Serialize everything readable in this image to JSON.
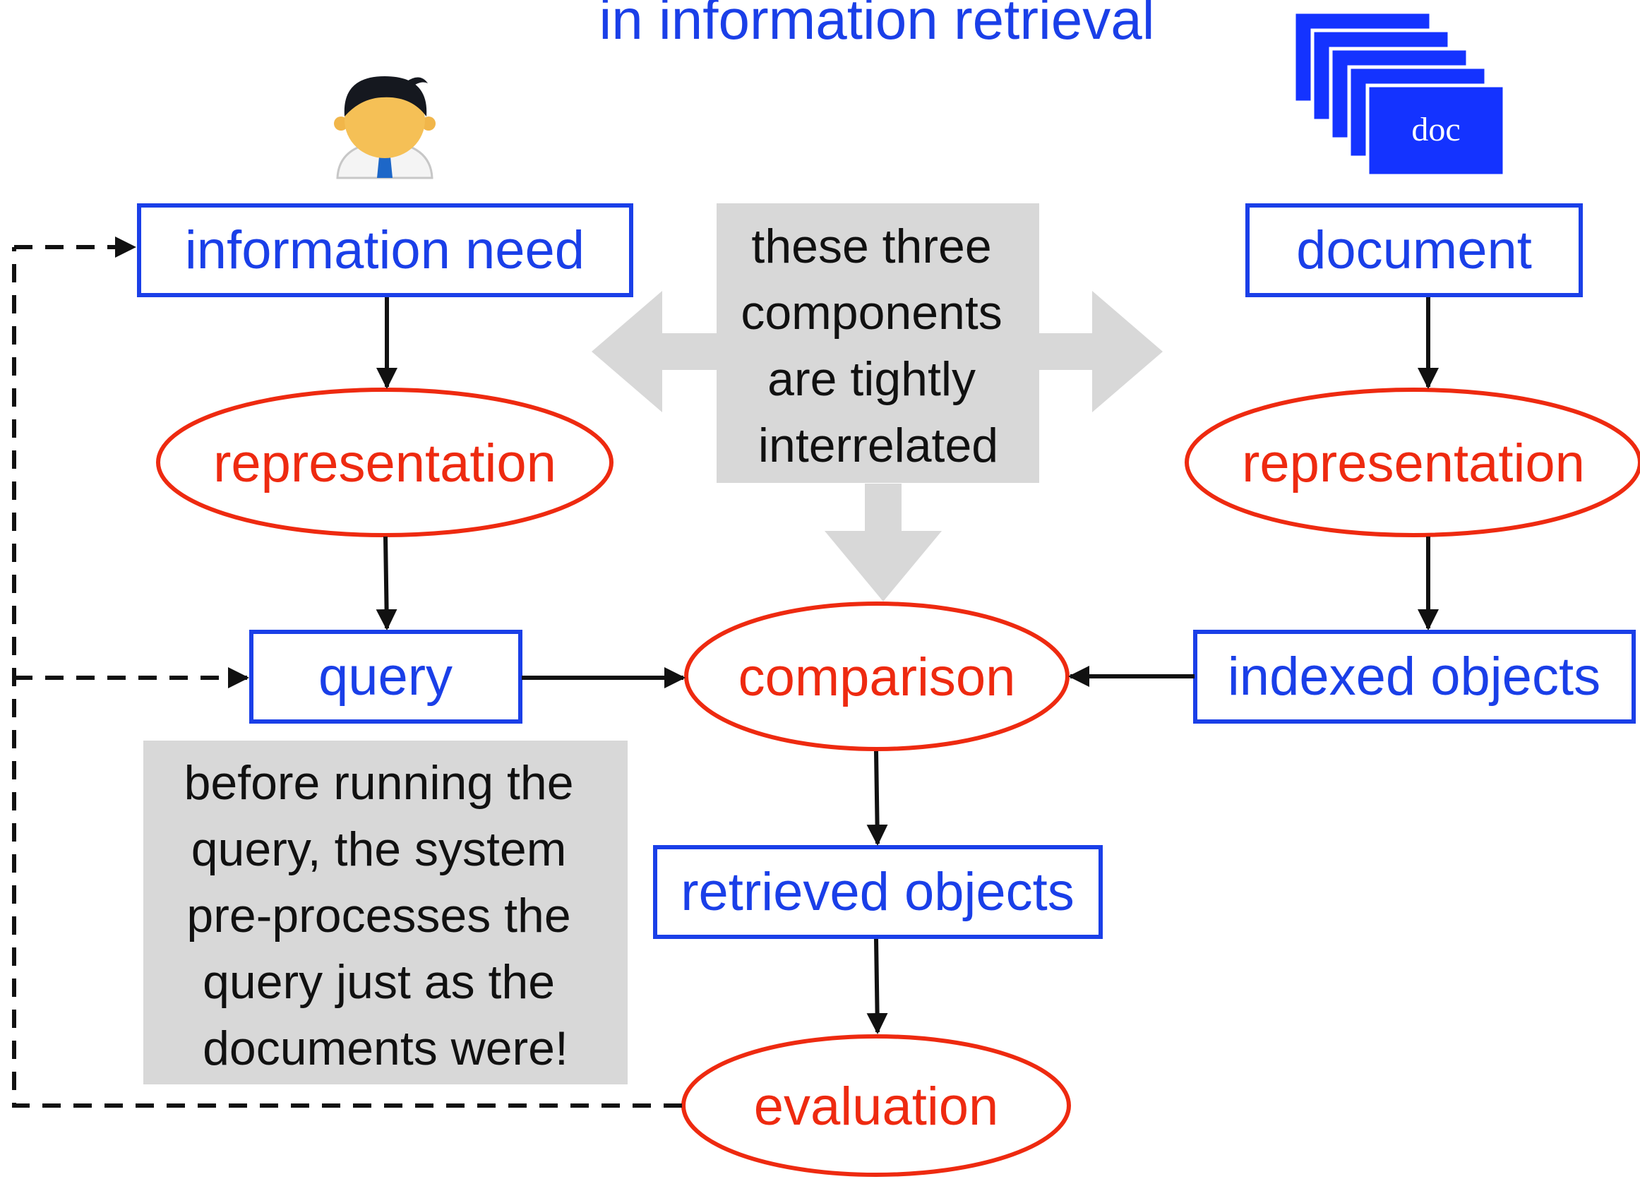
{
  "title_fragment": "in information retrieval",
  "icons": {
    "user": "user-avatar-icon",
    "documents": "document-stack-icon"
  },
  "colors": {
    "box_blue": "#1a3fe8",
    "ellipse_red": "#ee2a10",
    "note_gray": "#d8d8d8",
    "arrow_black": "#111111"
  },
  "doc_label": "doc",
  "left_column": {
    "information_need": "information need",
    "representation": "representation",
    "query": "query"
  },
  "right_column": {
    "document": "document",
    "representation": "representation",
    "indexed_objects": "indexed objects"
  },
  "center_column": {
    "comparison": "comparison",
    "retrieved_objects": "retrieved objects",
    "evaluation": "evaluation"
  },
  "note_top": [
    "these three",
    "components",
    "are tightly",
    "interrelated"
  ],
  "note_bottom": [
    "before running the",
    "query, the system",
    "pre-processes the",
    "query just as the",
    "documents were!"
  ]
}
